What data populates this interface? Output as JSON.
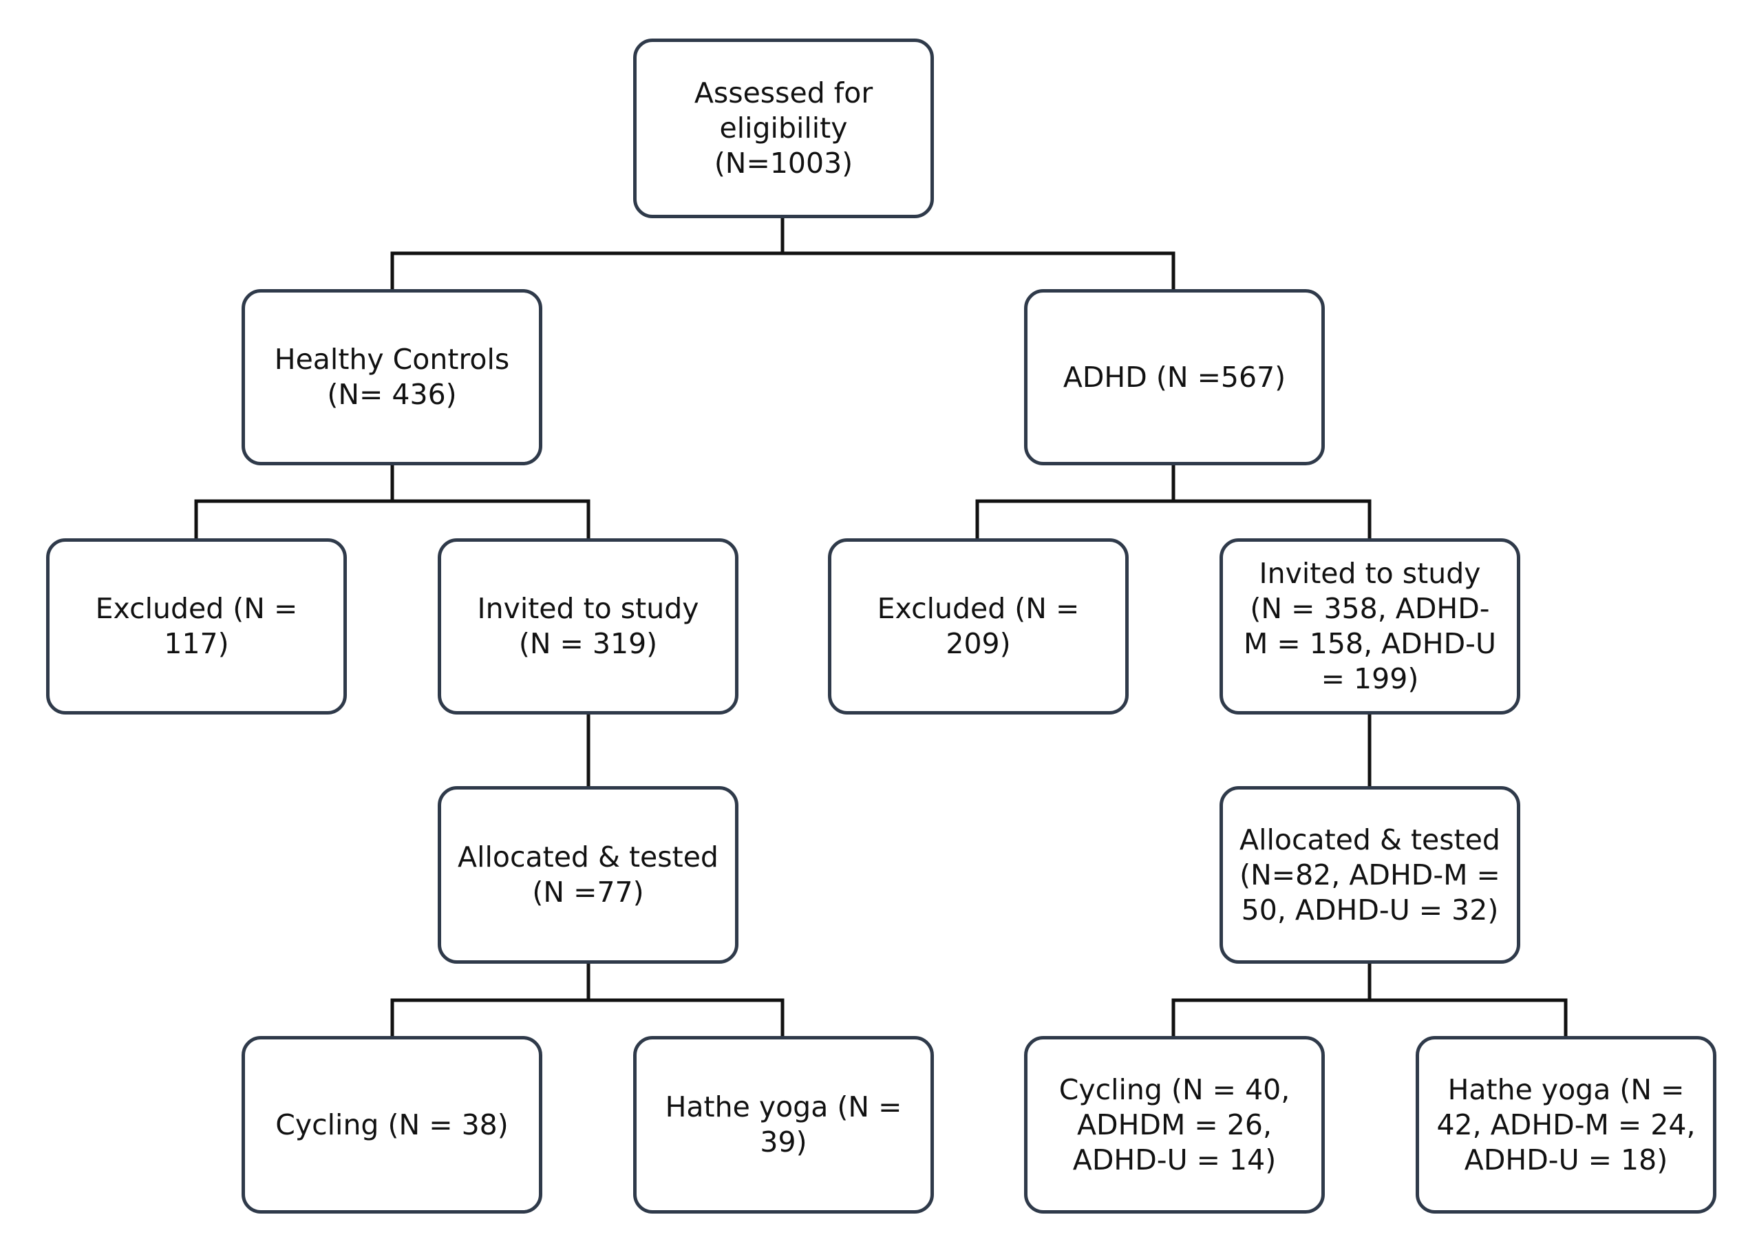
{
  "diagram": {
    "nodes": {
      "assessed": "Assessed for eligibility (N=1003)",
      "healthy_controls": "Healthy Controls (N= 436)",
      "adhd": "ADHD (N =567)",
      "hc_excluded": "Excluded (N = 117)",
      "hc_invited": "Invited to study (N = 319)",
      "adhd_excluded": "Excluded (N = 209)",
      "adhd_invited": "Invited to study (N = 358, ADHD-M = 158, ADHD-U = 199)",
      "hc_allocated": "Allocated & tested (N =77)",
      "adhd_allocated": "Allocated & tested (N=82, ADHD-M = 50, ADHD-U = 32)",
      "hc_cycling": "Cycling (N = 38)",
      "hc_yoga": "Hathe yoga (N = 39)",
      "adhd_cycling": "Cycling (N = 40, ADHDM = 26, ADHD-U = 14)",
      "adhd_yoga": "Hathe yoga (N = 42, ADHD-M = 24, ADHD-U = 18)"
    }
  }
}
